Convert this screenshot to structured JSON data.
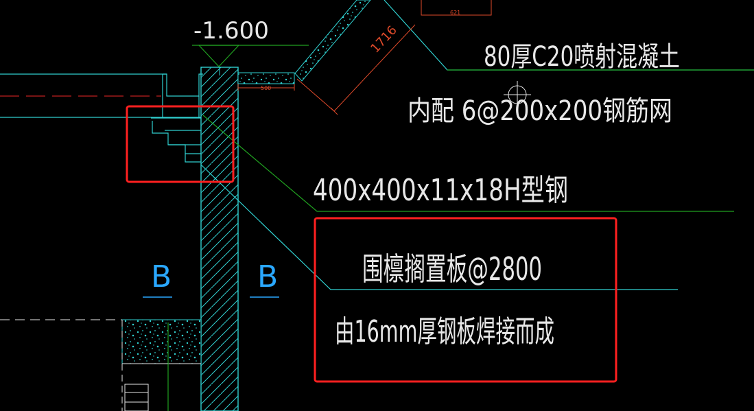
{
  "drawing": {
    "elevation_label": "-1.600",
    "dimension_slope": "1716",
    "dimension_small_1": "500",
    "dimension_small_2": "621",
    "note_concrete": "80厚C20喷射混凝土",
    "note_mesh": "内配 6@200x200钢筋网",
    "note_steel": "400x400x11x18H型钢",
    "note_purlin": "围檩搁置板@2800",
    "note_plate": "由16mm厚钢板焊接而成",
    "section_left": "B",
    "section_right": "B"
  },
  "colors": {
    "background": "#000000",
    "structure": "#30d0d0",
    "leader": "#20a020",
    "dimension": "#e04a2a",
    "text": "#e8e8e8",
    "highlight_box": "#ff2020",
    "section_mark": "#2aa8ff"
  }
}
